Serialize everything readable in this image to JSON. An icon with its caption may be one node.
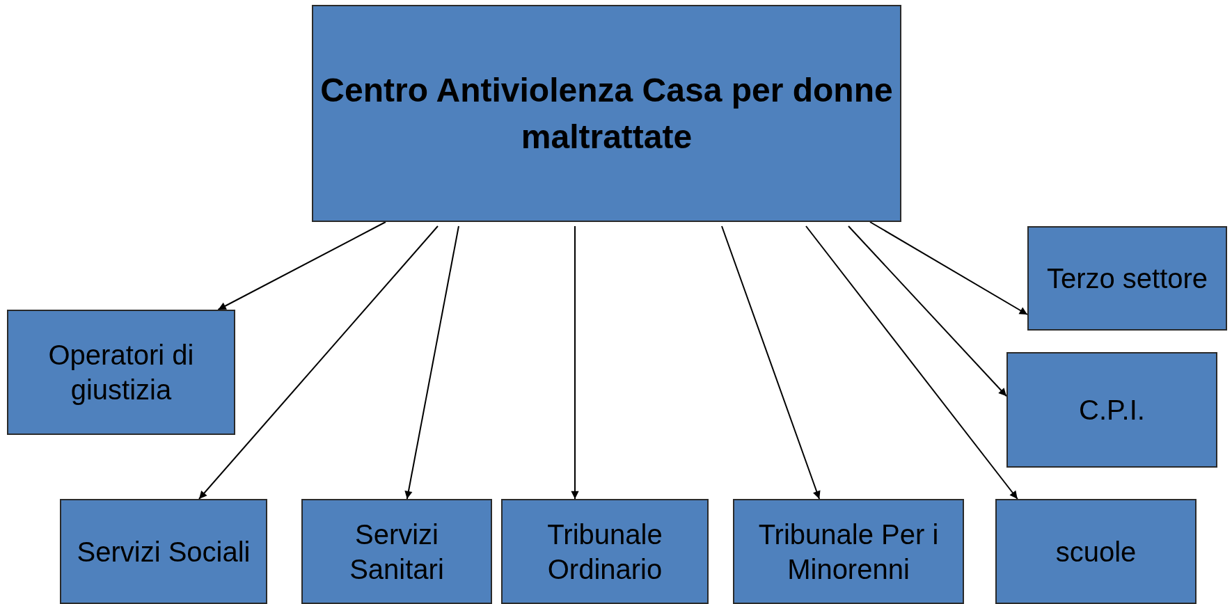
{
  "diagram": {
    "nodes": [
      {
        "text": [
          "Centro Antiviolenza Casa per donne maltrattate"
        ]
      },
      {
        "text": [
          "Operatori di giustizia"
        ]
      },
      {
        "text": [
          "Servizi Sociali"
        ]
      },
      {
        "text": [
          "Servizi Sanitari"
        ]
      },
      {
        "text": [
          "Tribunale Ordinario"
        ]
      },
      {
        "text": [
          "Tribunale Per i Minorenni"
        ]
      },
      {
        "text": [
          "scuole"
        ]
      },
      {
        "text": [
          "Terzo settore"
        ]
      },
      {
        "text": [
          "C.P.I."
        ]
      }
    ],
    "edges": [
      {
        "from": 0,
        "to": 1,
        "arrow": "to"
      },
      {
        "from": 0,
        "to": 2,
        "arrow": "to"
      },
      {
        "from": 0,
        "to": 3,
        "arrow": "to"
      },
      {
        "from": 0,
        "to": 4,
        "arrow": "to"
      },
      {
        "from": 0,
        "to": 5,
        "arrow": "to"
      },
      {
        "from": 0,
        "to": 6,
        "arrow": "to"
      },
      {
        "from": 0,
        "to": 8,
        "arrow": "to"
      },
      {
        "from": 0,
        "to": 7,
        "arrow": "to"
      }
    ]
  }
}
